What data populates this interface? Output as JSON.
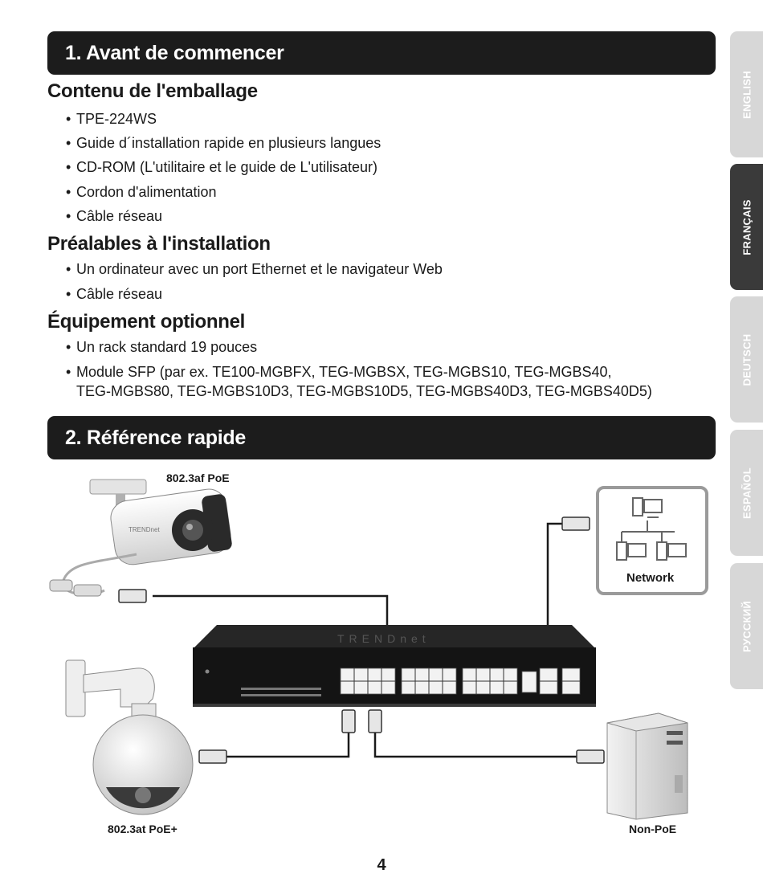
{
  "tabs": [
    "ENGLISH",
    "FRANÇAIS",
    "DEUTSCH",
    "ESPAÑOL",
    "РУССКИЙ"
  ],
  "section1": {
    "title": "1. Avant de commencer",
    "package": {
      "heading": "Contenu de l'emballage",
      "items": [
        "TPE-224WS",
        "Guide d´installation rapide en plusieurs langues",
        "CD-ROM (L'utilitaire et le guide de L'utilisateur)",
        "Cordon d'alimentation",
        "Câble réseau"
      ]
    },
    "requirements": {
      "heading": "Préalables à l'installation",
      "items": [
        "Un ordinateur avec un port Ethernet et le navigateur Web",
        "Câble réseau"
      ]
    },
    "optional": {
      "heading": "Équipement optionnel",
      "items": [
        "Un rack standard 19 pouces",
        "Module SFP (par ex. TE100-MGBFX, TEG-MGBSX, TEG-MGBS10, TEG-MGBS40,",
        "TEG-MGBS80, TEG-MGBS10D3, TEG-MGBS10D5, TEG-MGBS40D3, TEG-MGBS40D5)"
      ]
    }
  },
  "section2": {
    "title": "2. Référence rapide",
    "diagram": {
      "camera_label": "802.3af PoE",
      "ptz_label": "802.3at PoE+",
      "network_label": "Network",
      "nonpoe_label": "Non-PoE",
      "brand": "TRENDnet"
    }
  },
  "page_number": "4"
}
